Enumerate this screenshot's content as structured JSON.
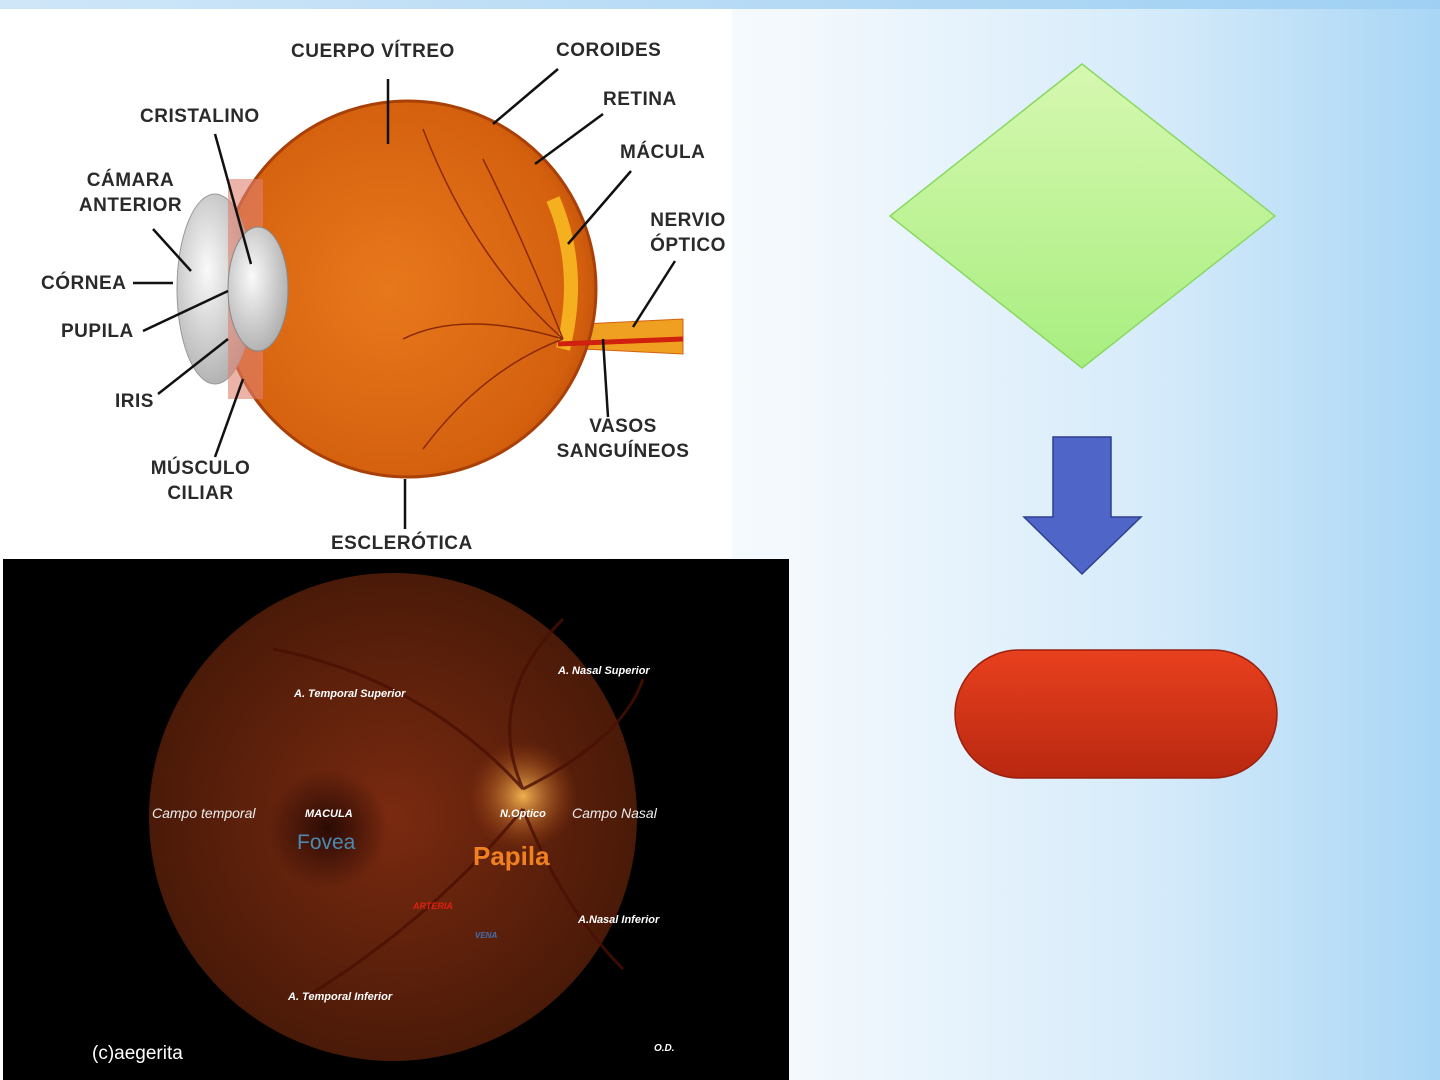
{
  "eye_diagram": {
    "labels": {
      "cuerpo_vitreo": "CUERPO VÍTREO",
      "coroides": "COROIDES",
      "retina": "RETINA",
      "cristalino": "CRISTALINO",
      "macula": "MÁCULA",
      "camara_anterior": "CÁMARA ANTERIOR",
      "nervio_optico": "NERVIO ÓPTICO",
      "cornea": "CÓRNEA",
      "pupila": "PUPILA",
      "iris": "IRIS",
      "vasos_sanguineos": "VASOS SANGUÍNEOS",
      "musculo_ciliar": "MÚSCULO CILIAR",
      "esclerotica": "ESCLERÓTICA"
    }
  },
  "fundus_image": {
    "labels": {
      "nasal_superior": "A. Nasal Superior",
      "temporal_superior": "A. Temporal Superior",
      "campo_temporal": "Campo temporal",
      "macula": "MACULA",
      "n_optico": "N.Optico",
      "campo_nasal": "Campo Nasal",
      "fovea": "Fovea",
      "papila": "Papila",
      "arteria": "ARTERIA",
      "vena": "VENA",
      "nasal_inferior": "A.Nasal Inferior",
      "temporal_inferior": "A. Temporal Inferior",
      "credit": "(c)aegerita",
      "eye_side": "O.D."
    }
  },
  "colors": {
    "diamond": "#c8f5a0",
    "arrow": "#4f66c8",
    "pill": "#d83318"
  }
}
